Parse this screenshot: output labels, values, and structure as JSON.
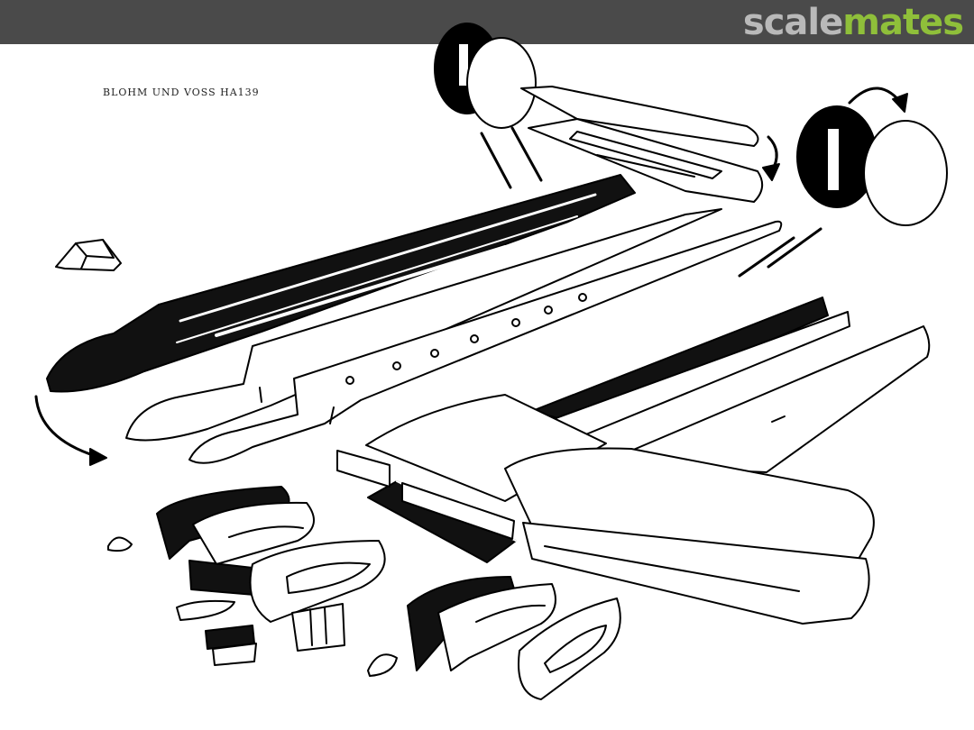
{
  "header": {
    "logo_part1": "scale",
    "logo_part2": "mates",
    "bar_color": "#4a4a4a",
    "logo_part1_color": "#b9b9b9",
    "logo_part2_color": "#8fbf3a"
  },
  "drawing": {
    "caption": "BLOHM UND VOSS HA139"
  }
}
